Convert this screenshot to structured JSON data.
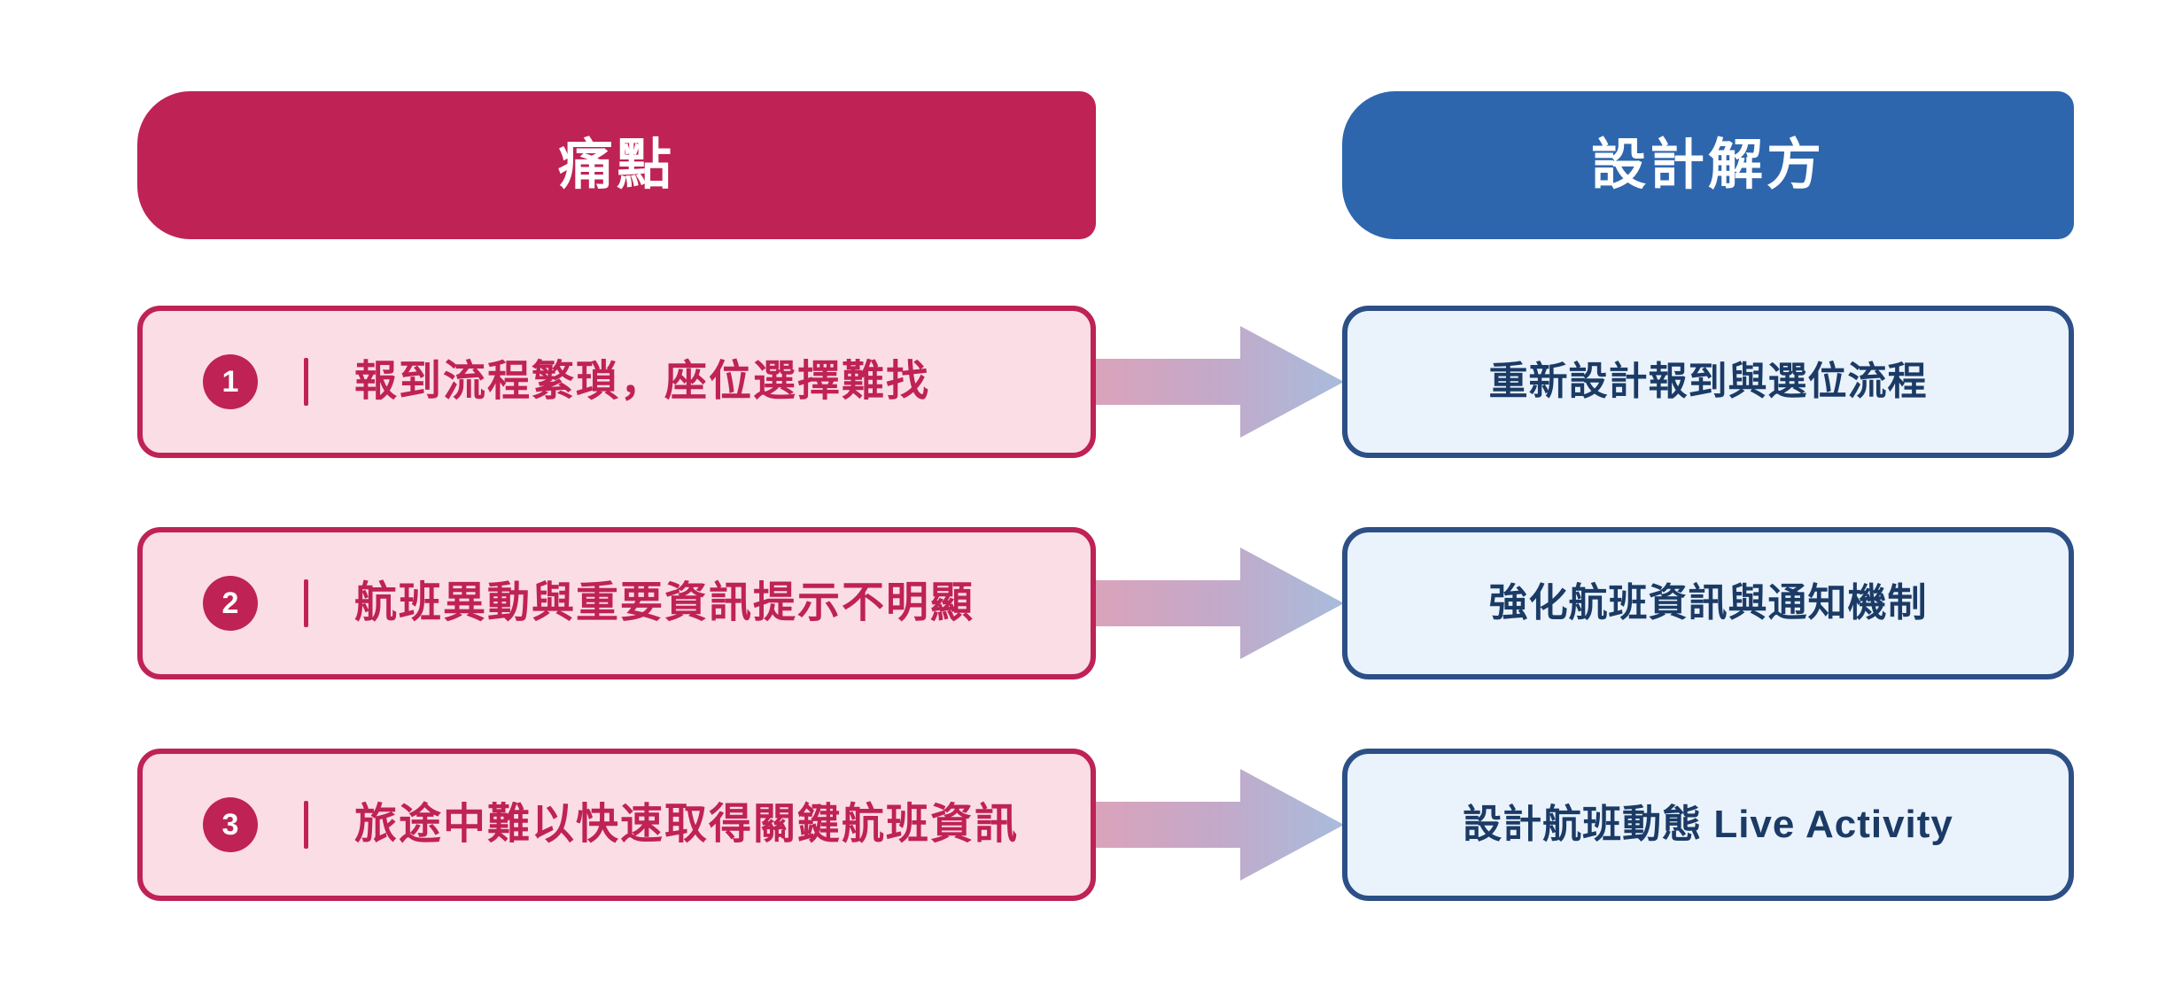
{
  "colors": {
    "crimson": "#bf2255",
    "pain_fill": "#fbdde5",
    "blue_header": "#2e66ad",
    "navy_border": "#2c4f86",
    "solution_fill": "#eaf3fc",
    "solution_text": "#1b3b66",
    "arrow_start": "#d9a6bd",
    "arrow_end": "#a8bcdc",
    "background": "#ffffff"
  },
  "headers": {
    "pain": "痛點",
    "solution": "設計解方"
  },
  "separator_glyph": "|",
  "rows": [
    {
      "number": "1",
      "pain": "報到流程繁瑣，座位選擇難找",
      "solution": "重新設計報到與選位流程",
      "arrow_icon": "right-arrow-gradient-icon"
    },
    {
      "number": "2",
      "pain": "航班異動與重要資訊提示不明顯",
      "solution": "強化航班資訊與通知機制",
      "arrow_icon": "right-arrow-gradient-icon"
    },
    {
      "number": "3",
      "pain": "旅途中難以快速取得關鍵航班資訊",
      "solution": "設計航班動態 Live Activity",
      "arrow_icon": "right-arrow-gradient-icon"
    }
  ]
}
